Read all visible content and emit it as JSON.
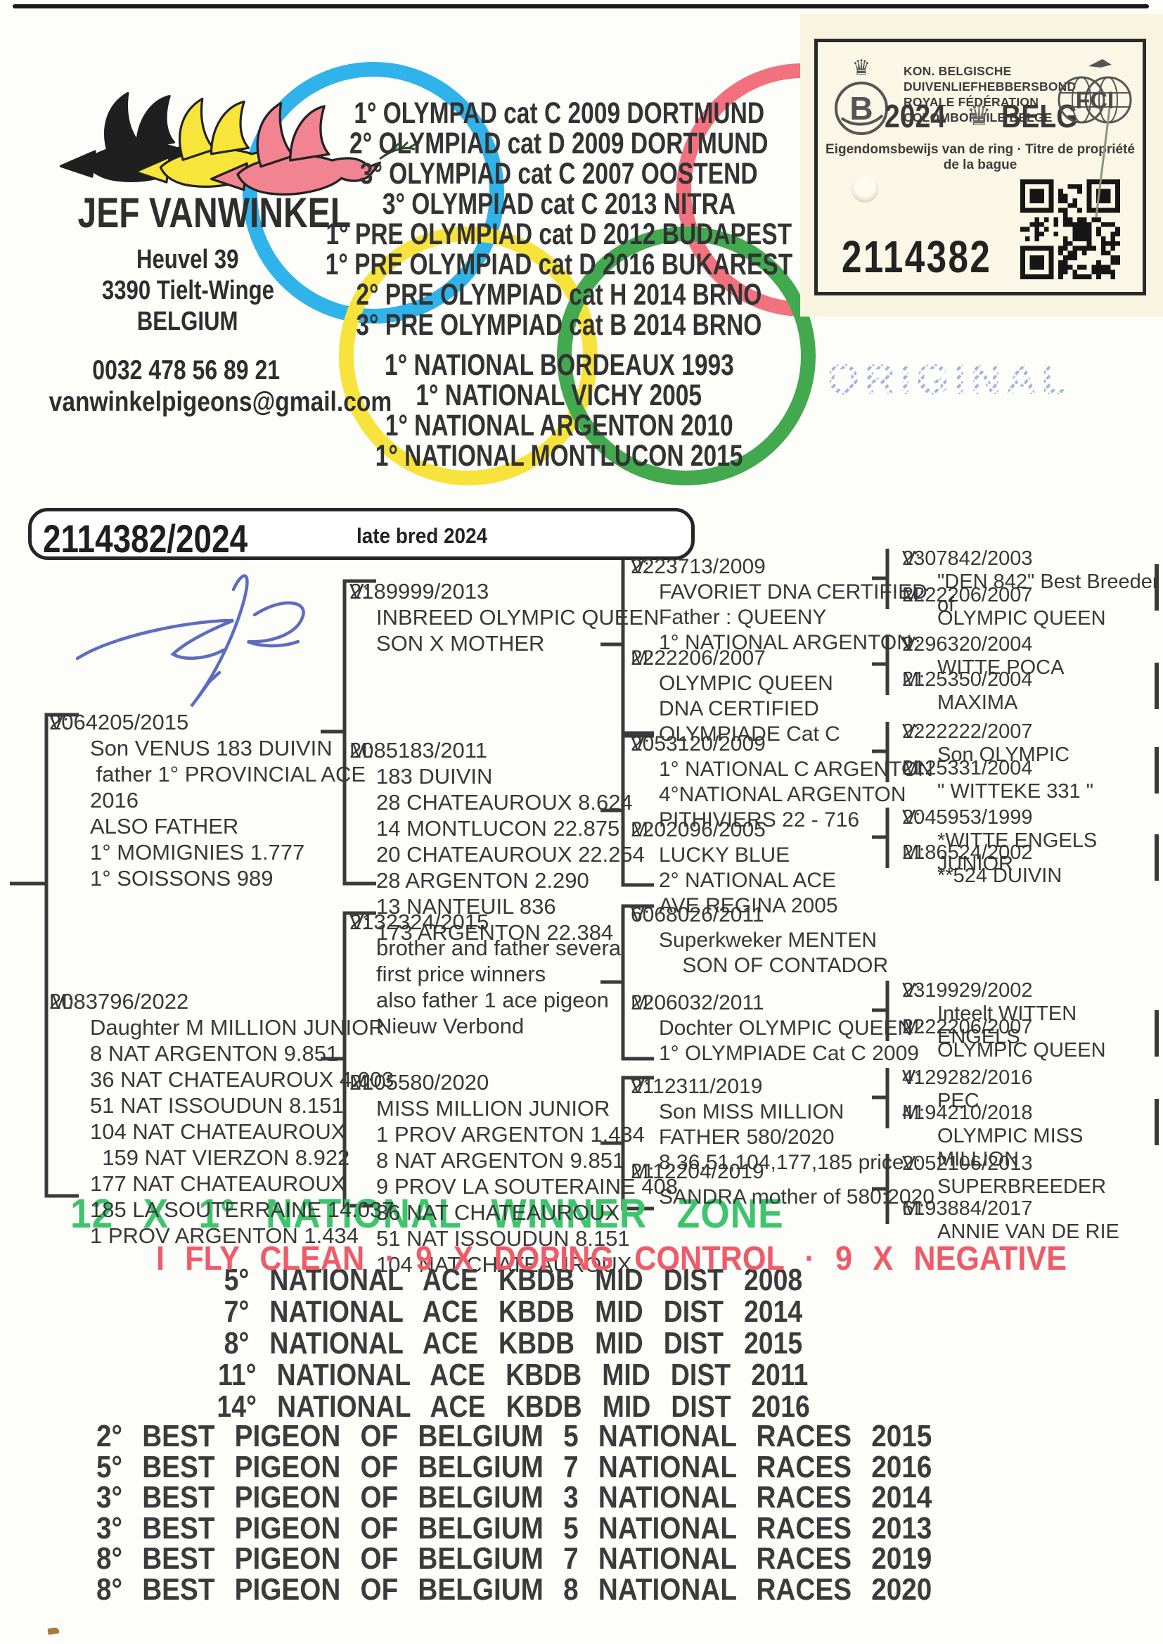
{
  "owner": {
    "name": "JEF VANWINKEL",
    "address_line1": "Heuvel 39",
    "address_line2": "3390 Tielt-Winge",
    "country": "BELGIUM",
    "phone": "0032 478 56 89 21",
    "email": "vanwinkelpigeons@gmail.com"
  },
  "top_achievements": [
    "1° OLYMPAD cat C 2009 DORTMUND",
    "2° OLYMPIAD cat D 2009 DORTMUND",
    "3° OLYMPIAD cat C 2007 OOSTEND",
    "3° OLYMPIAD cat C 2013 NITRA",
    "1° PRE OLYMPIAD cat D 2012 BUDAPEST",
    "1° PRE OLYMPIAD cat D 2016 BUKAREST",
    "2° PRE OLYMPIAD cat H 2014 BRNO",
    "3° PRE OLYMPIAD cat B 2014 BRNO",
    "1° NATIONAL BORDEAUX 1993",
    "1° NATIONAL VICHY 2005",
    "1° NATIONAL ARGENTON 2010",
    "1° NATIONAL MONTLUCON 2015"
  ],
  "certificate": {
    "org_line1": "KON. BELGISCHE DUIVENLIEFHEBBERSBOND",
    "org_line2": "ROYALE FÉDÉRATION COLOMBOPHILE BELGE",
    "year": "2024",
    "country_code": "BELG",
    "title": "Eigendomsbewijs van de ring · Titre de propriété de la bague",
    "ring_number": "2114382",
    "watermark": "ORIGINAL"
  },
  "header": {
    "ring": "2114382/2024",
    "note": "late bred 2024"
  },
  "pedigree": {
    "gen1": {
      "father": {
        "prefix": "V:",
        "ring": "2064205/2015",
        "desc": "Son VENUS 183 DUIVIN\n father 1° PROVINCIAL ACE\n2016\nALSO FATHER\n1° MOMIGNIES 1.777\n1° SOISSONS 989"
      },
      "mother": {
        "prefix": "M:",
        "ring": "2083796/2022",
        "desc": "Daughter M MILLION JUNIOR\n8 NAT ARGENTON 9.851\n36 NAT CHATEAUROUX 4.003\n51 NAT ISSOUDUN 8.151\n104 NAT CHATEAUROUX\n  159 NAT VIERZON 8.922\n177 NAT CHATEAUROUX\n185 LA SOUTERRAINE 14.037\n1 PROV ARGENTON 1.434"
      }
    },
    "gen2": [
      {
        "prefix": "V:",
        "ring": "2189999/2013",
        "desc": "INBREED OLYMPIC QUEEN\nSON X MOTHER"
      },
      {
        "prefix": "M:",
        "ring": "2085183/2011",
        "desc": "183 DUIVIN\n28 CHATEAUROUX 8.624\n14 MONTLUCON 22.875\n20 CHATEAUROUX 22.254\n28 ARGENTON 2.290\n13 NANTEUIL 836\n173 ARGENTON 22.384"
      },
      {
        "prefix": "V:",
        "ring": "2132324/2015",
        "desc": "brother and father severa\nfirst price winners\nalso father 1 ace pigeon\nNieuw Verbond"
      },
      {
        "prefix": "M:",
        "ring": "2105580/2020",
        "desc": "MISS MILLION JUNIOR\n1 PROV ARGENTON 1.434\n8 NAT ARGENTON 9.851\n9 PROV LA SOUTERAINE 408\n36 NAT CHATEAUROUX\n51 NAT ISSOUDUN 8.151\n104 NAT CHATEAUROUX"
      }
    ],
    "gen3": [
      {
        "prefix": "V:",
        "ring": "2223713/2009",
        "desc": "FAVORIET DNA CERTIFIED\nFather : QUEENY\n1° NATIONAL ARGENTON"
      },
      {
        "prefix": "M:",
        "ring": "2222206/2007",
        "desc": "OLYMPIC QUEEN\nDNA CERTIFIED\nOLYMPIADE Cat C"
      },
      {
        "prefix": "V:",
        "ring": "2053120/2009",
        "desc": "1° NATIONAL C ARGENTON\n4°NATIONAL ARGENTON\nPITHIVIERS 22 - 716"
      },
      {
        "prefix": "M:",
        "ring": "2202096/2005",
        "desc": "LUCKY BLUE\n2° NATIONAL ACE\nAVE REGINA 2005"
      },
      {
        "prefix": "V:",
        "ring": "6068026/2011",
        "desc": "Superkweker MENTEN\n    SON OF CONTADOR"
      },
      {
        "prefix": "M:",
        "ring": "2206032/2011",
        "desc": "Dochter OLYMPIC QUEEN\n1° OLYMPIADE Cat C 2009"
      },
      {
        "prefix": "V:",
        "ring": "2112311/2019",
        "desc": "Son MISS MILLION\nFATHER 580/2020\n8,36,51,104,177,185 price"
      },
      {
        "prefix": "M:",
        "ring": "2112204/2019",
        "desc": "SANDRA mother of 580:2020"
      }
    ],
    "gen4": [
      {
        "prefix": "V:",
        "ring": "2307842/2003",
        "desc": "\"DEN 842\" Best Breeder of"
      },
      {
        "prefix": "M:",
        "ring": "2222206/2007",
        "desc": "OLYMPIC QUEEN"
      },
      {
        "prefix": "V:",
        "ring": "2296320/2004",
        "desc": "WITTE POCA"
      },
      {
        "prefix": "M:",
        "ring": "2125350/2004",
        "desc": "MAXIMA"
      },
      {
        "prefix": "V:",
        "ring": "2222222/2007",
        "desc": "Son OLYMPIC"
      },
      {
        "prefix": "M:",
        "ring": "2125331/2004",
        "desc": "\" WITTEKE 331 \""
      },
      {
        "prefix": "V:",
        "ring": "2045953/1999",
        "desc": "*WITTE ENGELS JUNIOR"
      },
      {
        "prefix": "M:",
        "ring": "2186524/2002",
        "desc": "**524 DUIVIN"
      },
      {
        "prefix": "V:",
        "ring": "2319929/2002",
        "desc": "Inteelt WITTEN ENGELS"
      },
      {
        "prefix": "M:",
        "ring": "2222206/2007",
        "desc": "OLYMPIC QUEEN"
      },
      {
        "prefix": "V:",
        "ring": "4129282/2016",
        "desc": "PEC"
      },
      {
        "prefix": "M:",
        "ring": "4194210/2018",
        "desc": "OLYMPIC MISS MILLION"
      },
      {
        "prefix": "V:",
        "ring": "2052106/2013",
        "desc": "SUPERBREEDER"
      },
      {
        "prefix": "M:",
        "ring": "6193884/2017",
        "desc": "ANNIE VAN DE RIE"
      }
    ]
  },
  "banners": {
    "green": "12 X 1° NATIONAL WINNER ZONE",
    "red": "I FLY CLEAN · 9 X DOPING CONTROL · 9 X NEGATIVE"
  },
  "ace_results": [
    "5° NATIONAL ACE KBDB MID DIST 2008",
    "7° NATIONAL ACE KBDB MID DIST 2014",
    "8° NATIONAL ACE KBDB MID DIST 2015",
    "11° NATIONAL ACE KBDB MID DIST 2011",
    "14° NATIONAL ACE KBDB MID DIST 2016"
  ],
  "best_pigeon_results": [
    "2° BEST PIGEON OF BELGIUM 5 NATIONAL RACES 2015",
    "5° BEST PIGEON OF BELGIUM 7 NATIONAL RACES 2016",
    "3° BEST PIGEON OF BELGIUM 3 NATIONAL RACES 2014",
    "3° BEST PIGEON OF BELGIUM 5 NATIONAL RACES 2013",
    "8° BEST PIGEON OF BELGIUM 7 NATIONAL RACES 2019",
    "8° BEST PIGEON OF BELGIUM 8 NATIONAL RACES 2020"
  ],
  "colors": {
    "ring_blue": "#2fb3ea",
    "ring_red": "#f2717e",
    "ring_yellow": "#f7e33c",
    "ring_green": "#43a94f",
    "banner_green": "#3ec46d",
    "banner_red": "#ef5b68",
    "dove_black": "#1f1f1f",
    "dove_yellow": "#f8e53a",
    "dove_pink": "#f28492",
    "watermark_blue": "#7b97cf",
    "ink": "#333333"
  }
}
